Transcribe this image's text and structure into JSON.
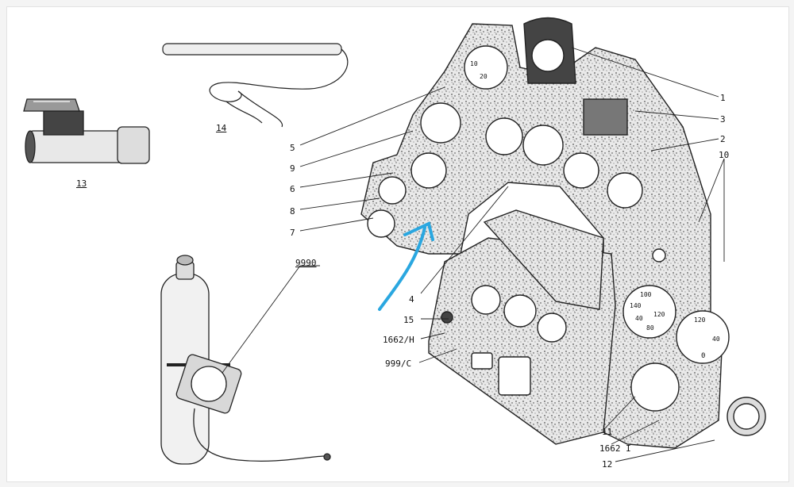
{
  "labels": {
    "c1": "1",
    "c2": "2",
    "c3": "3",
    "c4": "4",
    "c5": "5",
    "c6": "6",
    "c7": "7",
    "c8": "8",
    "c9": "9",
    "c10": "10",
    "c11": "11",
    "c12": "12",
    "c13": "13",
    "c14": "14",
    "c15": "15",
    "c1662h": "1662/H",
    "c999c": "999/C",
    "c1662i": "1662 I",
    "c9990": "9990"
  },
  "dial_numbers": {
    "a100": "100",
    "a140": "140",
    "a120": "120",
    "a40": "40",
    "a80": "80",
    "b120": "120",
    "b40": "40",
    "b0": "0",
    "c10": "10",
    "c20": "20"
  },
  "colors": {
    "ink": "#222222",
    "arrow": "#2aa7e0",
    "paper": "#ffffff"
  }
}
